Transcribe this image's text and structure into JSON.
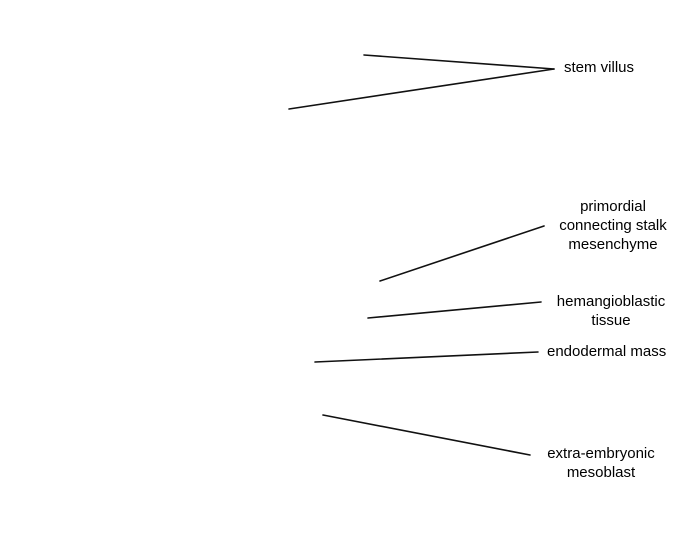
{
  "colors": {
    "background": "#ffffff",
    "line": "#111111",
    "text": "#000000"
  },
  "labels": {
    "stem_villus": [
      "stem villus"
    ],
    "primordial_connecting_stalk": [
      "primordial",
      "connecting stalk",
      "mesenchyme"
    ],
    "hemangioblastic_tissue": [
      "hemangioblastic",
      "tissue"
    ],
    "endodermal_mass": [
      "endodermal mass"
    ],
    "extra_embryonic_mesoblast": [
      "extra-embryonic",
      "mesoblast"
    ]
  }
}
